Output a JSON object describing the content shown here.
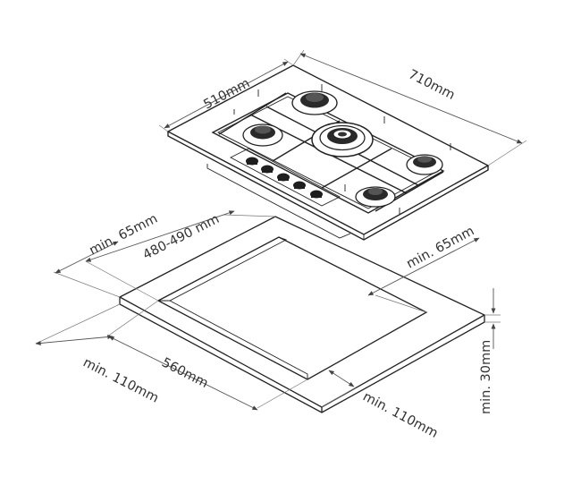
{
  "diagram": {
    "hob_width": "710mm",
    "hob_depth": "510mm",
    "cutout_depth": "480-490 mm",
    "cutout_width": "560mm",
    "clearance_back": "min. 65mm",
    "clearance_side": "min. 65mm",
    "clearance_front_left": "min. 110mm",
    "clearance_front_right": "min. 110mm",
    "counter_thickness": "min. 30mm"
  },
  "colors": {
    "ink": "#222222",
    "dimension_text": "#333333",
    "background": "#ffffff"
  }
}
